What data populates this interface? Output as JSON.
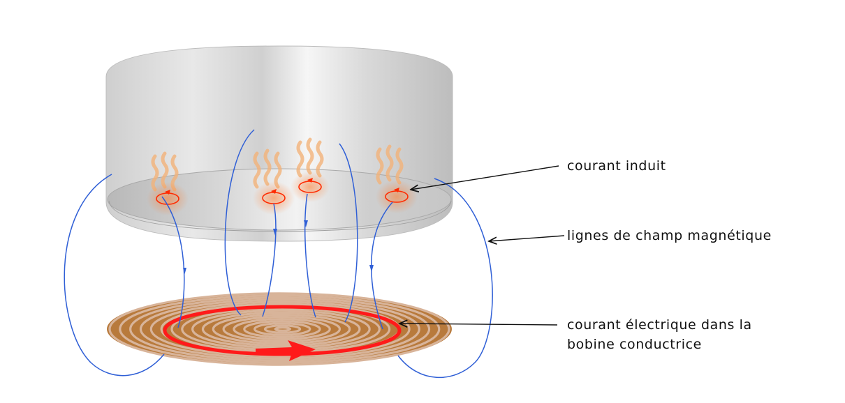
{
  "labels": {
    "induced_current": "courant induit",
    "field_lines": "lignes de champ magnétique",
    "coil_current_line1": "courant électrique dans la",
    "coil_current_line2": "bobine conductrice"
  },
  "colors": {
    "field_line": "#2f5fd6",
    "induced_current": "#ff2a00",
    "heat": "#f3b37a",
    "coil_copper": "#b87a3c",
    "coil_light": "#d8b49a",
    "coil_current": "#ff1a1a",
    "pan": "#d4d4d4",
    "leader": "#111111"
  }
}
